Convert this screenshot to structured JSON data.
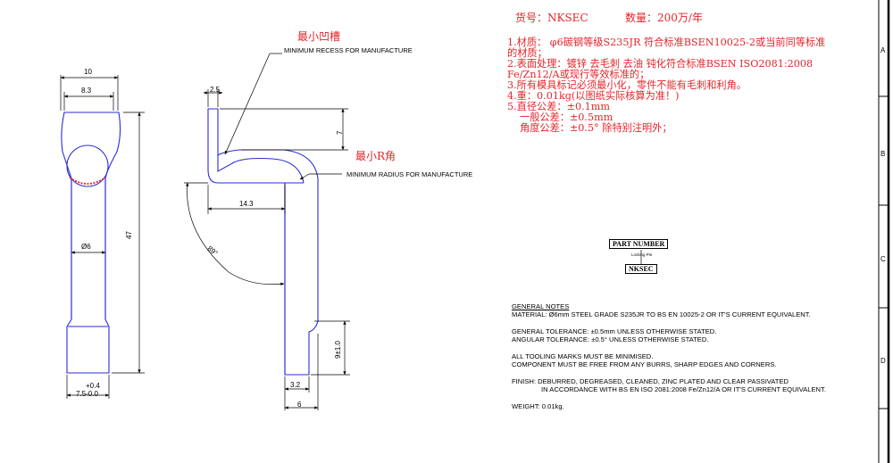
{
  "header": {
    "part_no": "货号：NKSEC",
    "quantity": "数量：200万/年"
  },
  "requirements_cn": [
    "1.材质： φ6碳钢等级S235JR 符合标准BSEN10025-2或当前同等标准",
    "的材质；",
    "2.表面处理：镀锌 去毛刺 去油 钝化符合标准BSEN ISO2081:2008",
    "Fe/Zn12/A或现行等效标准的；",
    "3.所有模具标记必须最小化，零件不能有毛刺和利角。",
    "4.重：0.01kg(以图纸实际核算为准！)",
    "5.直径公差：±0.1mm",
    "  一般公差：±0.5mm",
    "  角度公差：±0.5°  除特别注明外；"
  ],
  "callouts": {
    "recess_cn": "最小凹槽",
    "recess_en": "MINIMUM RECESS FOR MANUFACTURE",
    "radius_cn": "最小R角",
    "radius_en": "MINIMUM RADIUS FOR MANUFACTURE"
  },
  "dimensions": {
    "top_width": "10",
    "inner_width": "8.3",
    "diameter": "Ø6",
    "length": "47",
    "tol": "+0.4",
    "bottom_width": "7.5-0.0",
    "hook_gap": "2.5",
    "hook_height": "7",
    "arm_length": "14.3",
    "angle": "89°",
    "foot_height": "9±1.0",
    "foot_inner": "3.2",
    "foot_width": "6"
  },
  "part_number": {
    "title": "PART NUMBER",
    "sub": "Locking Pin",
    "value": "NKSEC"
  },
  "general_notes": {
    "heading": "GENERAL NOTES",
    "material": "MATERIAL: Ø6mm STEEL GRADE S235JR TO BS EN 10025-2 OR IT'S CURRENT EQUIVALENT.",
    "gen_tol": "GENERAL TOLERANCE: ±0.5mm UNLESS OTHERWISE STATED.",
    "ang_tol": "ANGULAR TOLERANCE: ±0.5° UNLESS OTHERWISE STATED.",
    "tooling": "ALL TOOLING MARKS MUST BE MINIMISED.",
    "burrs": "COMPONENT MUST BE FREE FROM ANY BURRS, SHARP EDGES AND CORNERS.",
    "finish1": "FINISH: DEBURRED, DEGREASED, CLEANED, ZINC PLATED AND CLEAR PASSIVATED",
    "finish2": "IN ACCORDANCE WITH BS EN ISO 2081:2008 Fe/Zn12/A OR IT'S CURRENT EQUIVALENT.",
    "weight": "WEIGHT: 0.01kg."
  },
  "border": {
    "zones": [
      "A",
      "B",
      "C",
      "D"
    ]
  },
  "colors": {
    "part": "#2b2bd9",
    "callout": "#e4252b",
    "line": "#000000"
  }
}
